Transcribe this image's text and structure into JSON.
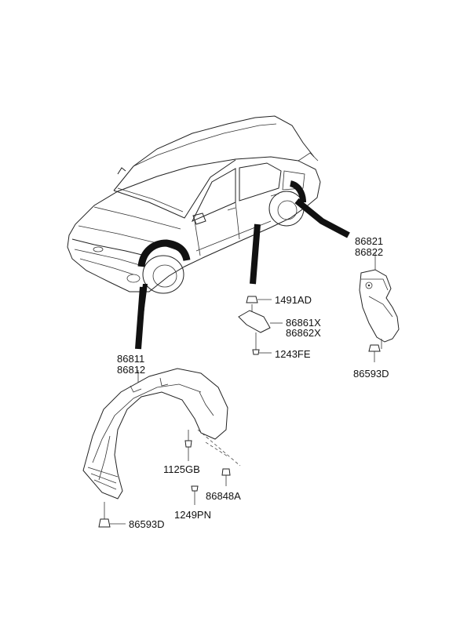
{
  "labels": {
    "front_guard_upper": "86811",
    "front_guard_lower": "86812",
    "rear_guard_upper": "86821",
    "rear_guard_lower": "86822",
    "clip_top": "1491AD",
    "bracket_upper": "86861X",
    "bracket_lower": "86862X",
    "screw_bracket": "1243FE",
    "rear_fastener": "86593D",
    "screw_front": "1125GB",
    "nut_front": "86848A",
    "bolt_front": "1249PN",
    "front_fastener": "86593D"
  }
}
